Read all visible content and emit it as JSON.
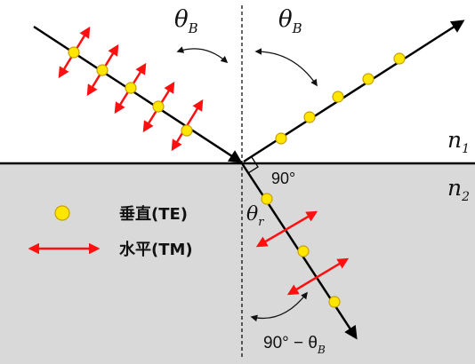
{
  "labels": {
    "theta_left": "θ",
    "theta_left_sub": "B",
    "theta_right": "θ",
    "theta_right_sub": "B",
    "n1": "n",
    "n1_sub": "1",
    "n2": "n",
    "n2_sub": "2",
    "right_angle": "90°",
    "theta_r": "θ",
    "theta_r_sub": "r",
    "bottom_angle_prefix": "90° − θ",
    "bottom_angle_sub": "B"
  },
  "legend": {
    "te_label": "垂直(TE)",
    "tm_label": "水平(TM)"
  },
  "colors": {
    "lower_medium": "#d9d9d9",
    "dot_fill": "#ffe600",
    "dot_stroke": "#c8a000",
    "arrow": "#ff1010",
    "ray": "#000000"
  }
}
